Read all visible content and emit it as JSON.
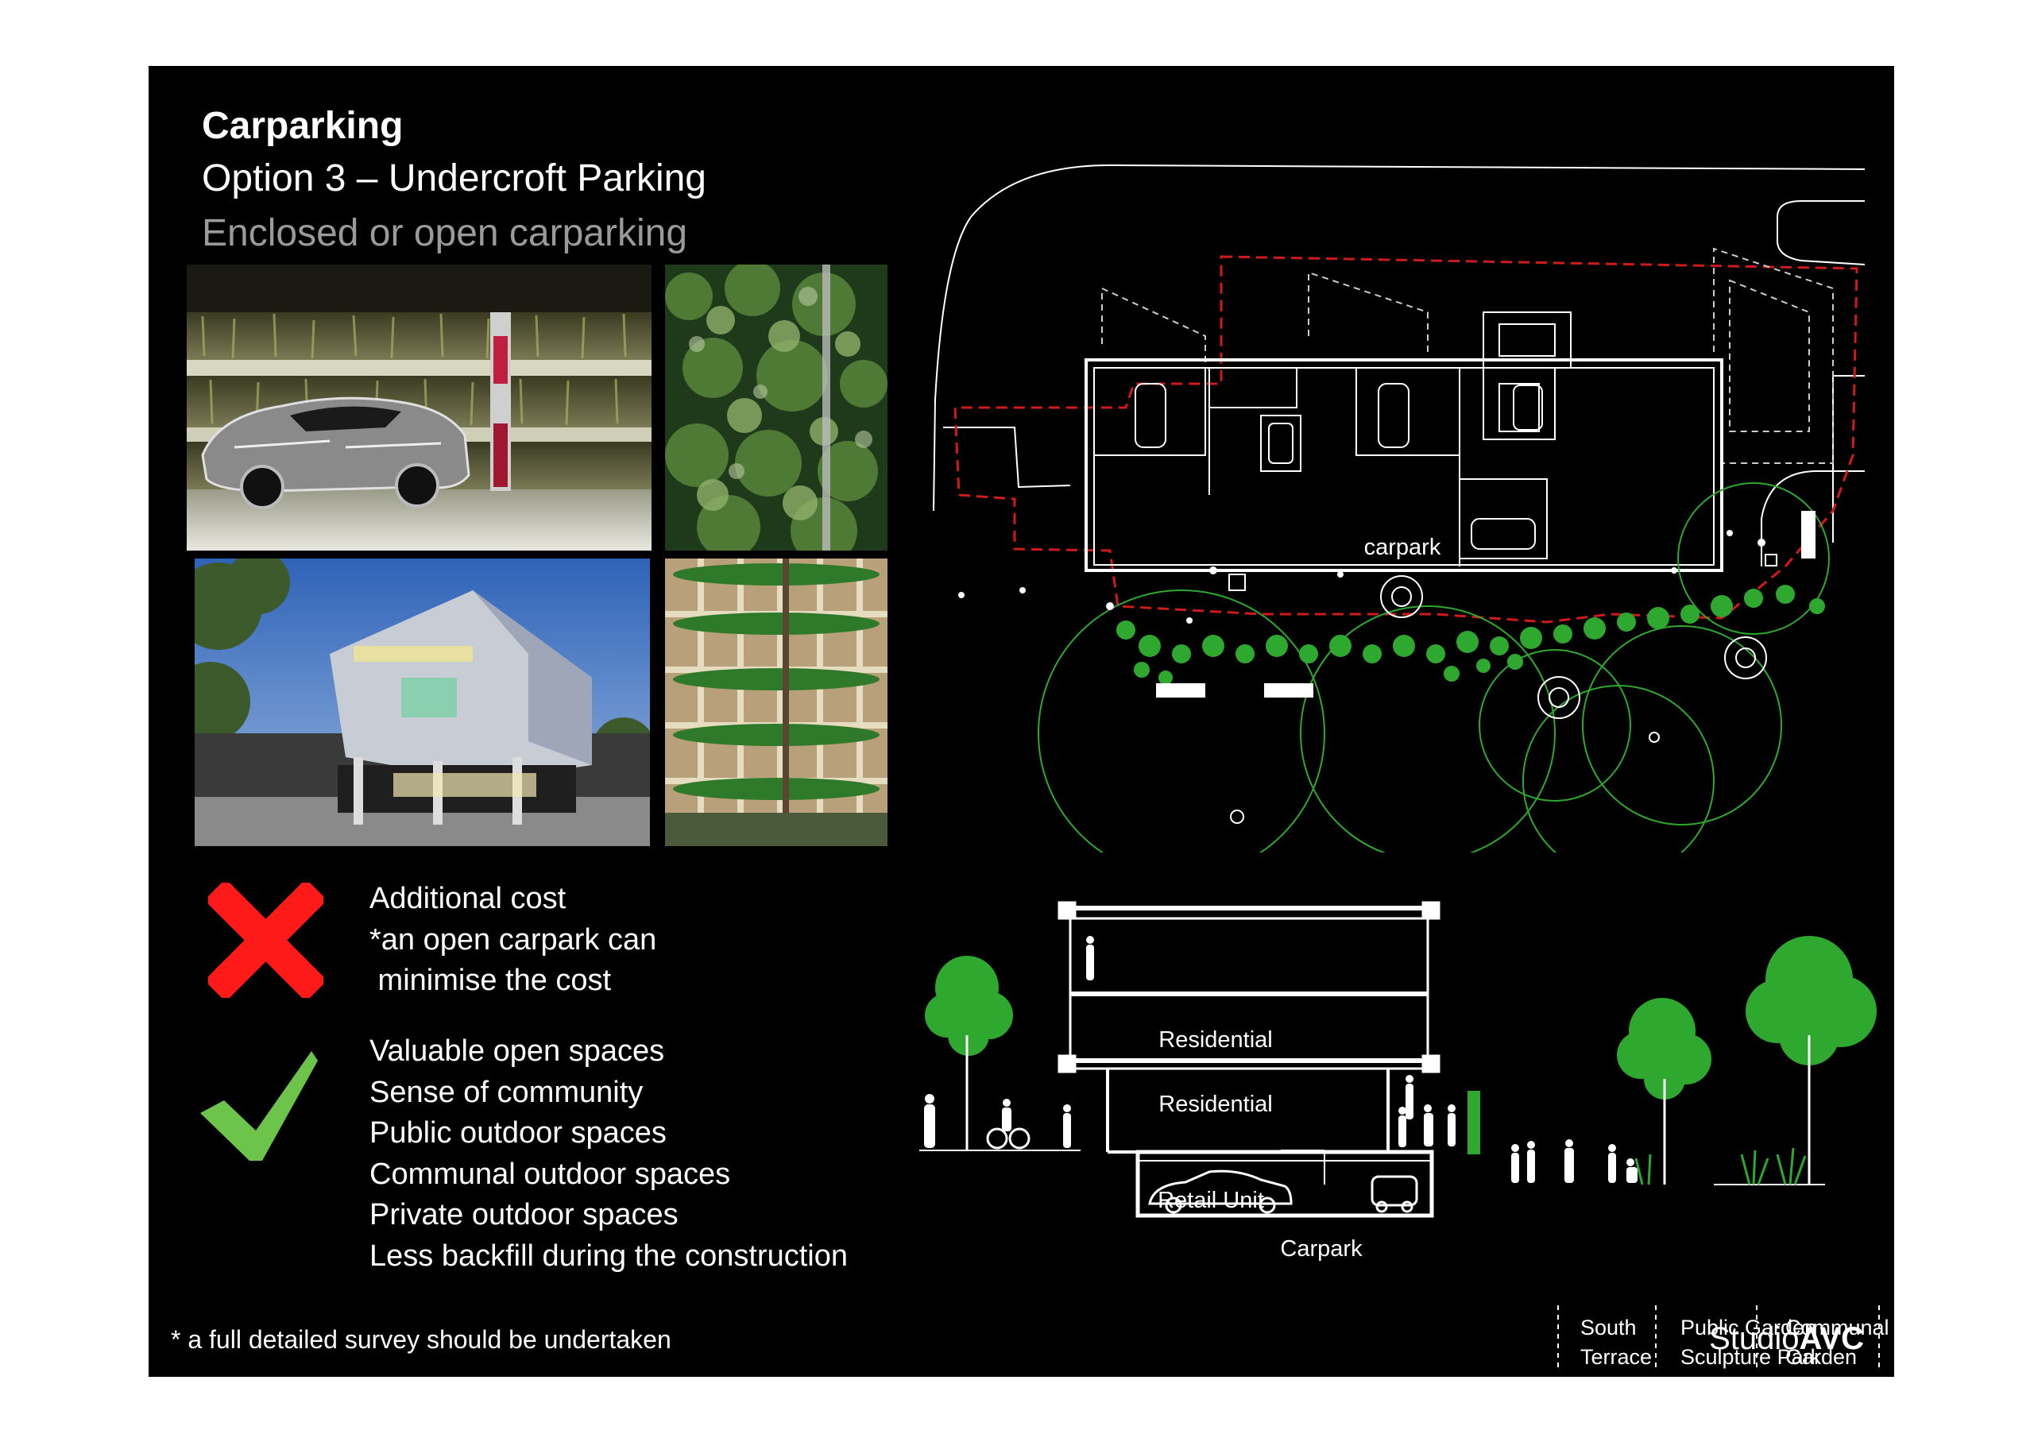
{
  "header": {
    "title": "Carparking",
    "subtitle": "Option 3 – Undercroft Parking",
    "subtitle2": "Enclosed or open carparking"
  },
  "cons": {
    "items": [
      "Additional cost",
      "*an open carpark can",
      " minimise the cost"
    ]
  },
  "pros": {
    "items": [
      "Valuable open spaces",
      "Sense of community",
      "Public outdoor spaces",
      "Communal outdoor spaces",
      "Private outdoor spaces",
      "Less backfill during the construction"
    ]
  },
  "plan": {
    "carpark_label": "carpark"
  },
  "section": {
    "floor_top": "Residential",
    "floor_mid": "Residential",
    "retail": "Retail Unit",
    "carpark": "Carpark",
    "zones": {
      "south_1": "South",
      "south_2": "Terrace",
      "public_1": "Public Garden",
      "public_2": "Sculpture Park",
      "communal_1": "Communal",
      "communal_2": "Garden"
    }
  },
  "footer": {
    "note": "* a full detailed survey should be undertaken",
    "brand_prefix": "Studio",
    "brand_bold": "AVC"
  },
  "colors": {
    "background": "#000000",
    "site_boundary": "#d11a1a",
    "cross": "#ff1a1a",
    "tick": "#6cc54a",
    "vegetation": "#2fa82f",
    "subtitle_gray": "#9a9a9a"
  },
  "icons": [
    "cross-icon",
    "check-icon"
  ]
}
